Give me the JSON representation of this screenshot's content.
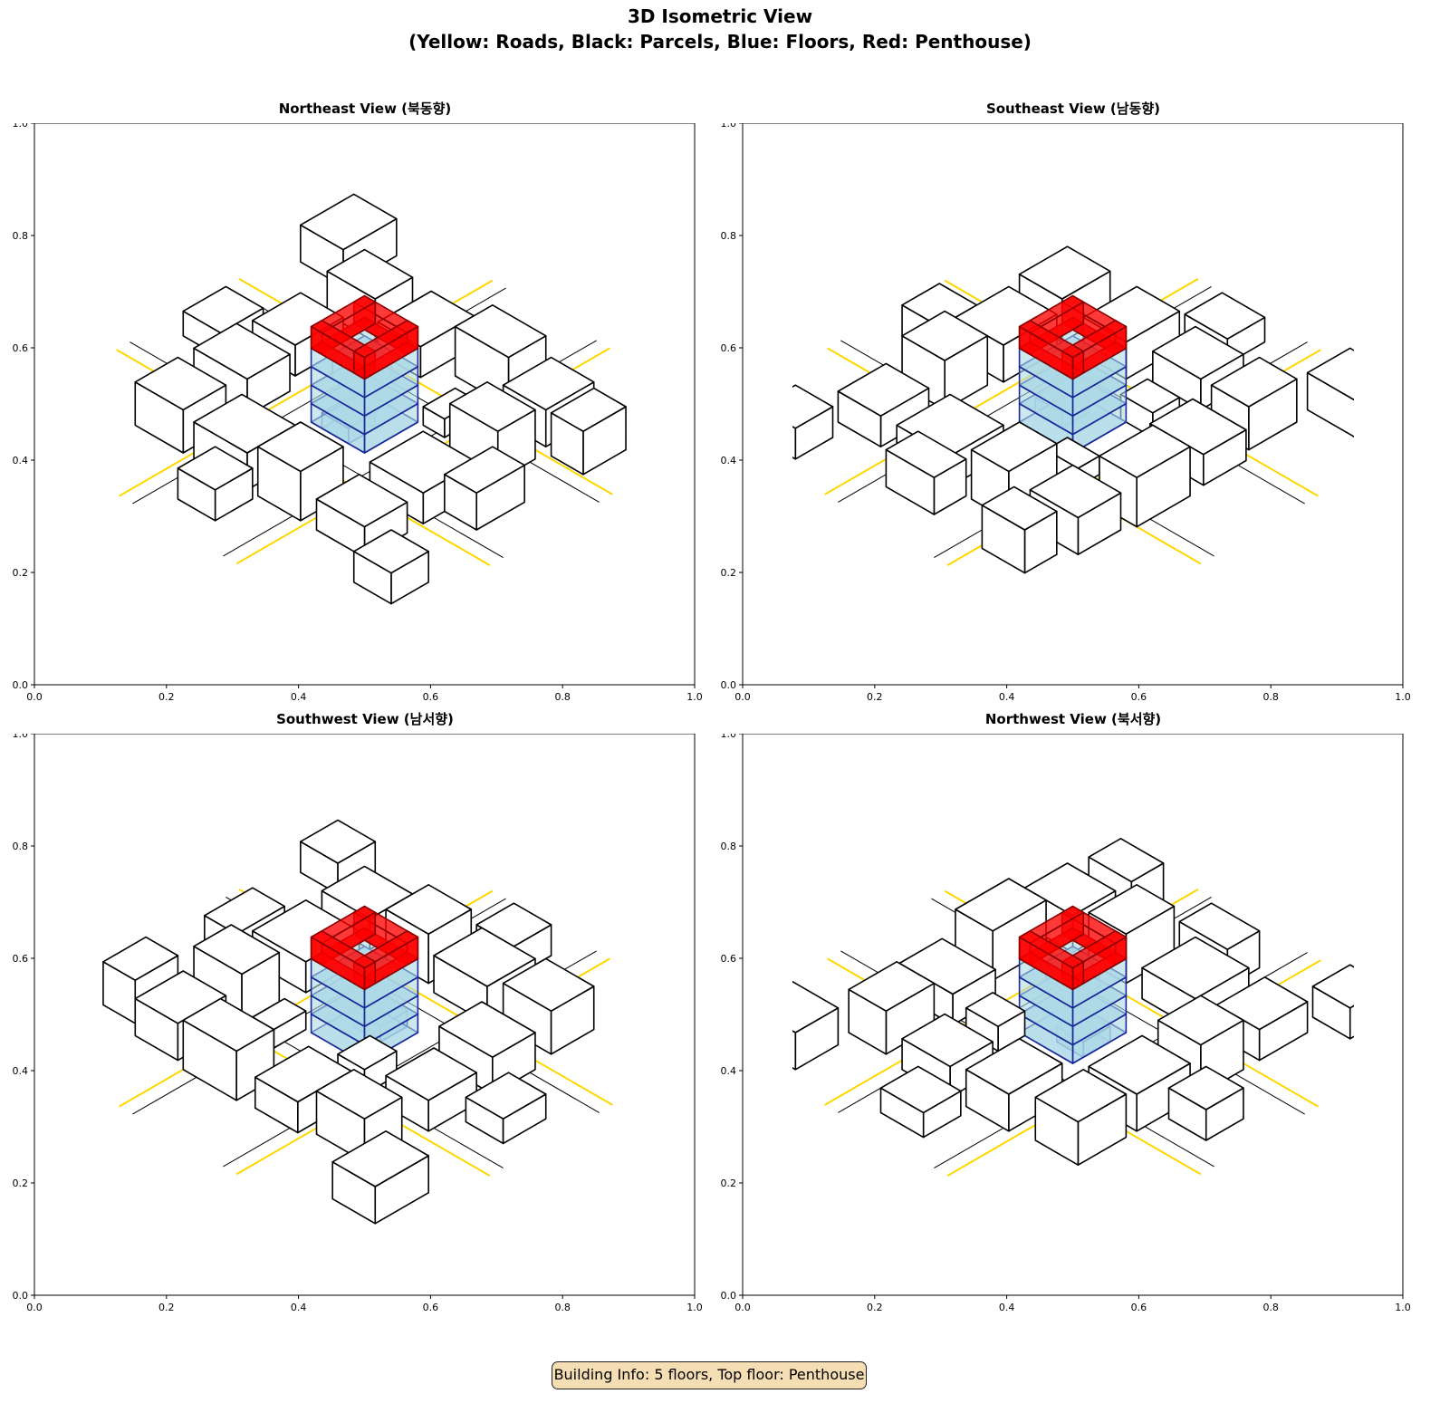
{
  "figure": {
    "title_line1": "3D Isometric View",
    "title_line2": "(Yellow: Roads, Black: Parcels, Blue: Floors, Red: Penthouse)",
    "info": "Building Info: 5 floors, Top floor: Penthouse"
  },
  "axis_ticks": [
    "0.0",
    "0.2",
    "0.4",
    "0.6",
    "0.8",
    "1.0"
  ],
  "panels": [
    {
      "title": "Northeast View (북동향)",
      "view_deg": 0
    },
    {
      "title": "Southeast View (남동향)",
      "view_deg": 90
    },
    {
      "title": "Southwest View (남서향)",
      "view_deg": 180
    },
    {
      "title": "Northwest View (북서향)",
      "view_deg": 270
    }
  ],
  "building": {
    "floors": 5,
    "top_floor": "Penthouse"
  },
  "colors": {
    "road": "#ffd700",
    "parcel": "#000000",
    "floor_fill": "#add8e6",
    "floor_edge": "#1a2a9a",
    "penthouse_fill": "#ff0000",
    "penthouse_edge": "#8b0000"
  }
}
